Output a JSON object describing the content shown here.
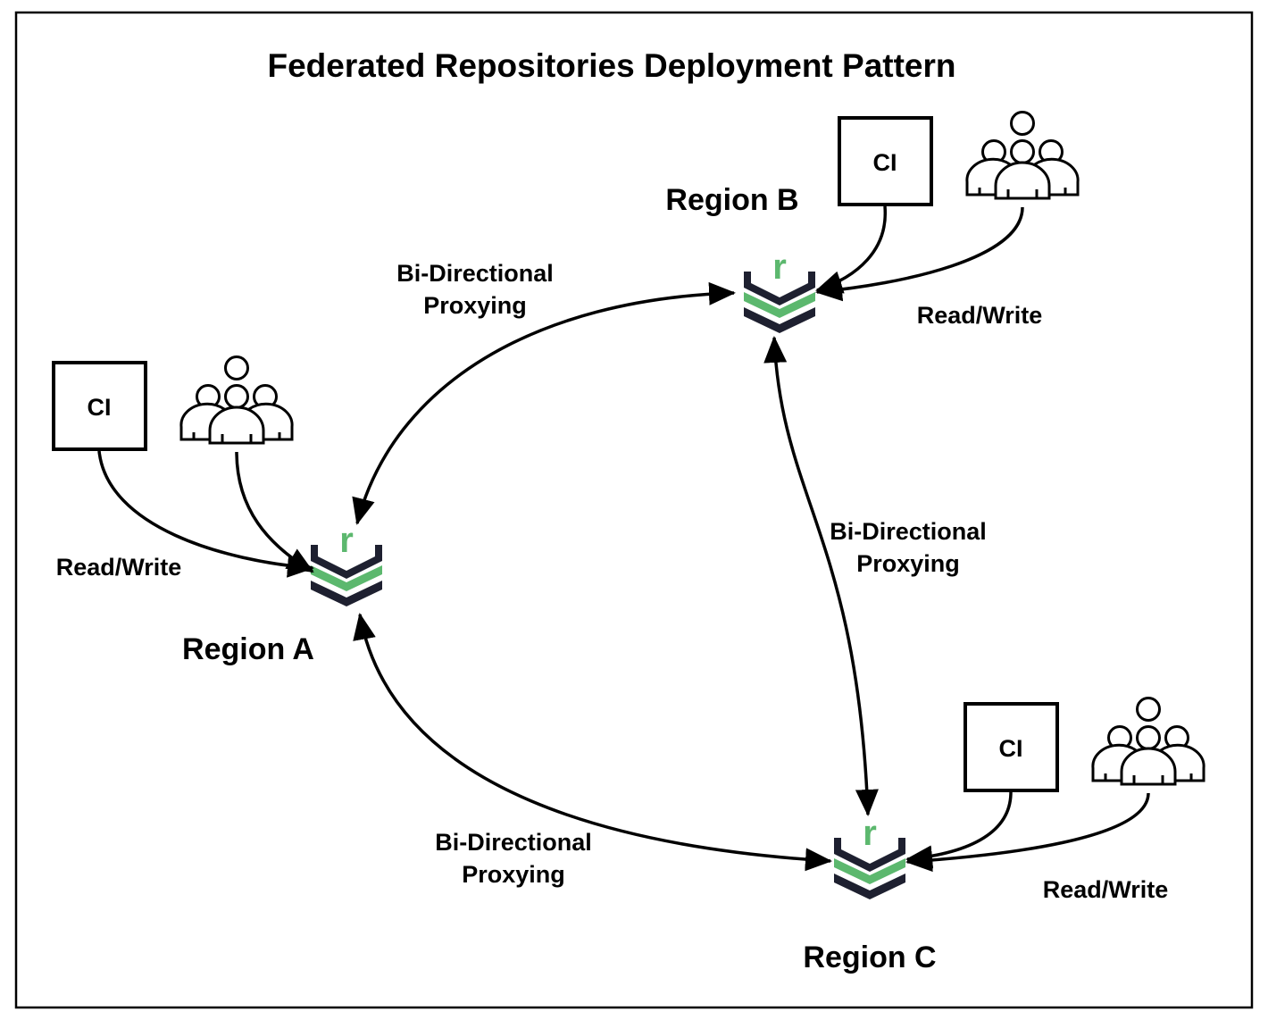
{
  "title": "Federated Repositories Deployment Pattern",
  "regions": {
    "a": {
      "name": "Region A",
      "ci_label": "CI",
      "access_label": "Read/Write"
    },
    "b": {
      "name": "Region B",
      "ci_label": "CI",
      "access_label": "Read/Write"
    },
    "c": {
      "name": "Region C",
      "ci_label": "CI",
      "access_label": "Read/Write"
    }
  },
  "links": {
    "a_b": {
      "line1": "Bi-Directional",
      "line2": "Proxying"
    },
    "b_c": {
      "line1": "Bi-Directional",
      "line2": "Proxying"
    },
    "a_c": {
      "line1": "Bi-Directional",
      "line2": "Proxying"
    }
  },
  "logo_letter": "r",
  "colors": {
    "accent_green": "#5cb86e",
    "logo_dark": "#1e2030",
    "line": "#000000"
  },
  "icons": [
    "ci-box",
    "users-group-icon",
    "repository-logo-icon"
  ]
}
